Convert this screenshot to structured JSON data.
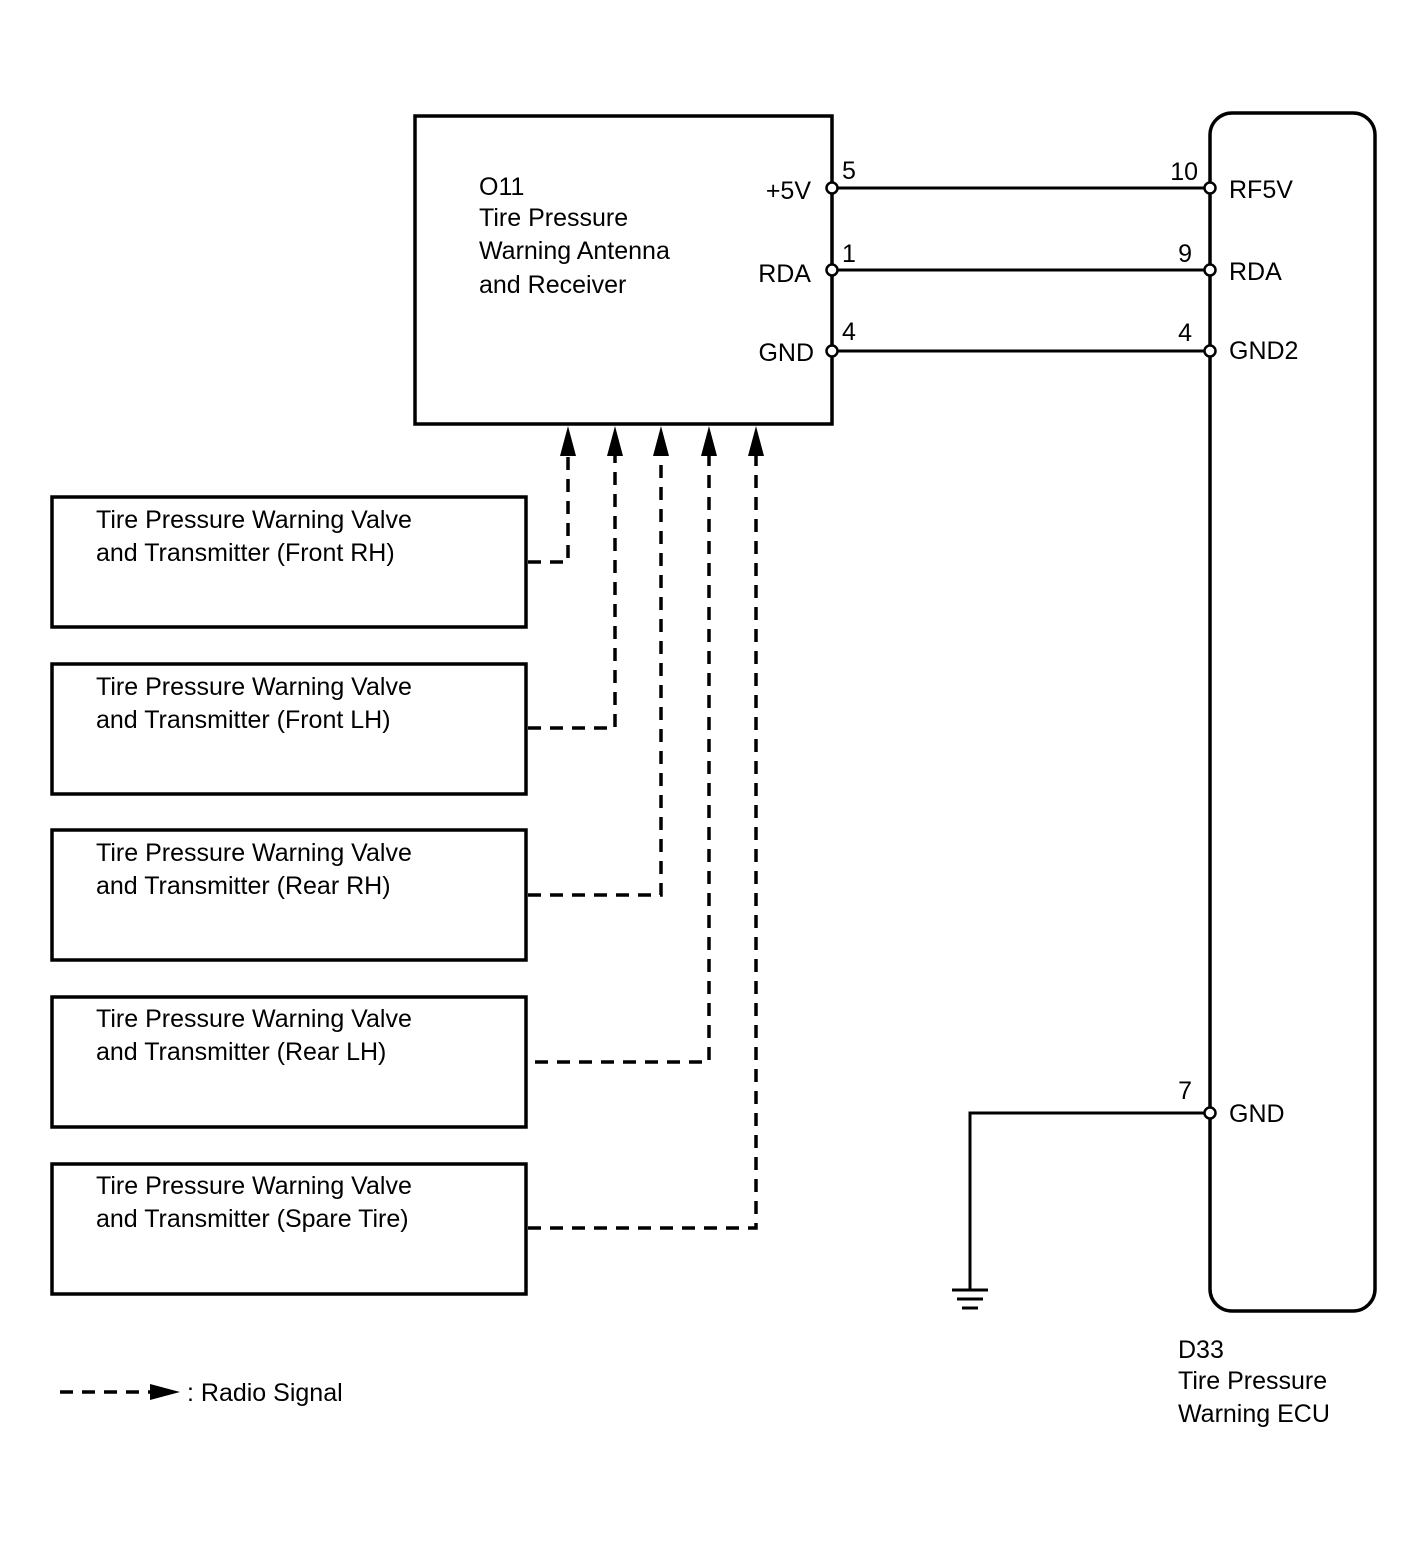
{
  "receiver": {
    "code": "O11",
    "name_line1": "Tire Pressure",
    "name_line2": "Warning Antenna",
    "name_line3": "and Receiver",
    "pins": [
      {
        "label": "+5V",
        "number": "5"
      },
      {
        "label": "RDA",
        "number": "1"
      },
      {
        "label": "GND",
        "number": "4"
      }
    ]
  },
  "ecu": {
    "code": "D33",
    "name_line1": "Tire Pressure",
    "name_line2": "Warning ECU",
    "pins": [
      {
        "label": "RF5V",
        "number": "10"
      },
      {
        "label": "RDA",
        "number": "9"
      },
      {
        "label": "GND2",
        "number": "4"
      },
      {
        "label": "GND",
        "number": "7"
      }
    ]
  },
  "transmitters": [
    {
      "line1": "Tire Pressure Warning Valve",
      "line2": "and Transmitter (Front RH)"
    },
    {
      "line1": "Tire Pressure Warning Valve",
      "line2": "and Transmitter (Front LH)"
    },
    {
      "line1": "Tire Pressure Warning Valve",
      "line2": "and Transmitter (Rear RH)"
    },
    {
      "line1": "Tire Pressure Warning Valve",
      "line2": "and Transmitter (Rear LH)"
    },
    {
      "line1": "Tire Pressure Warning Valve",
      "line2": "and Transmitter (Spare Tire)"
    }
  ],
  "legend": {
    "text": ": Radio Signal"
  }
}
